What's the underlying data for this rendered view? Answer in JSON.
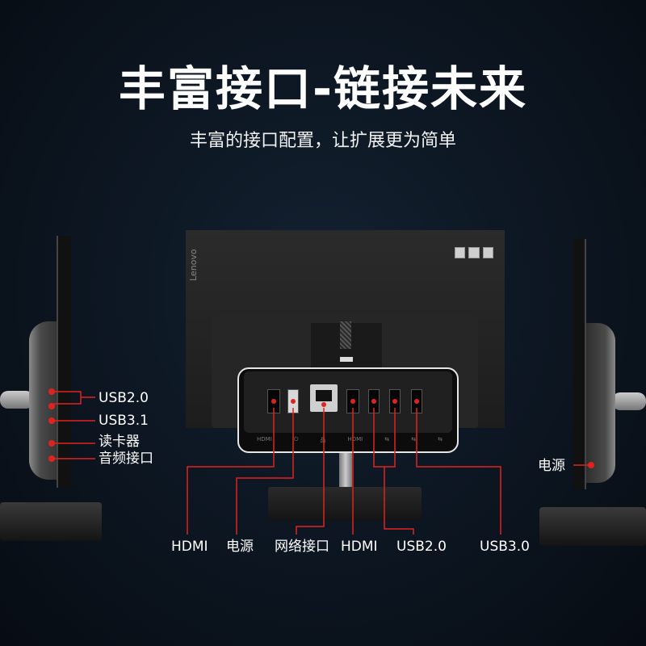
{
  "heading": {
    "title": "丰富接口-链接未来",
    "subtitle": "丰富的接口配置，让扩展更为简单"
  },
  "monitor": {
    "brand": "Lenovo",
    "port_icon_labels": [
      "HDMI",
      "",
      "",
      "HDMI",
      "",
      "",
      ""
    ]
  },
  "left_side_labels": {
    "usb20": "USB2.0",
    "usb31": "USB3.1",
    "card_reader": "读卡器",
    "audio": "音频接口"
  },
  "right_side_labels": {
    "power": "电源"
  },
  "bottom_labels": {
    "hdmi1": "HDMI",
    "power": "电源",
    "network": "网络接口",
    "hdmi2": "HDMI",
    "usb20": "USB2.0",
    "usb30": "USB3.0"
  },
  "colors": {
    "accent": "#e1231f",
    "background": "#0c1520",
    "text": "#ffffff"
  }
}
